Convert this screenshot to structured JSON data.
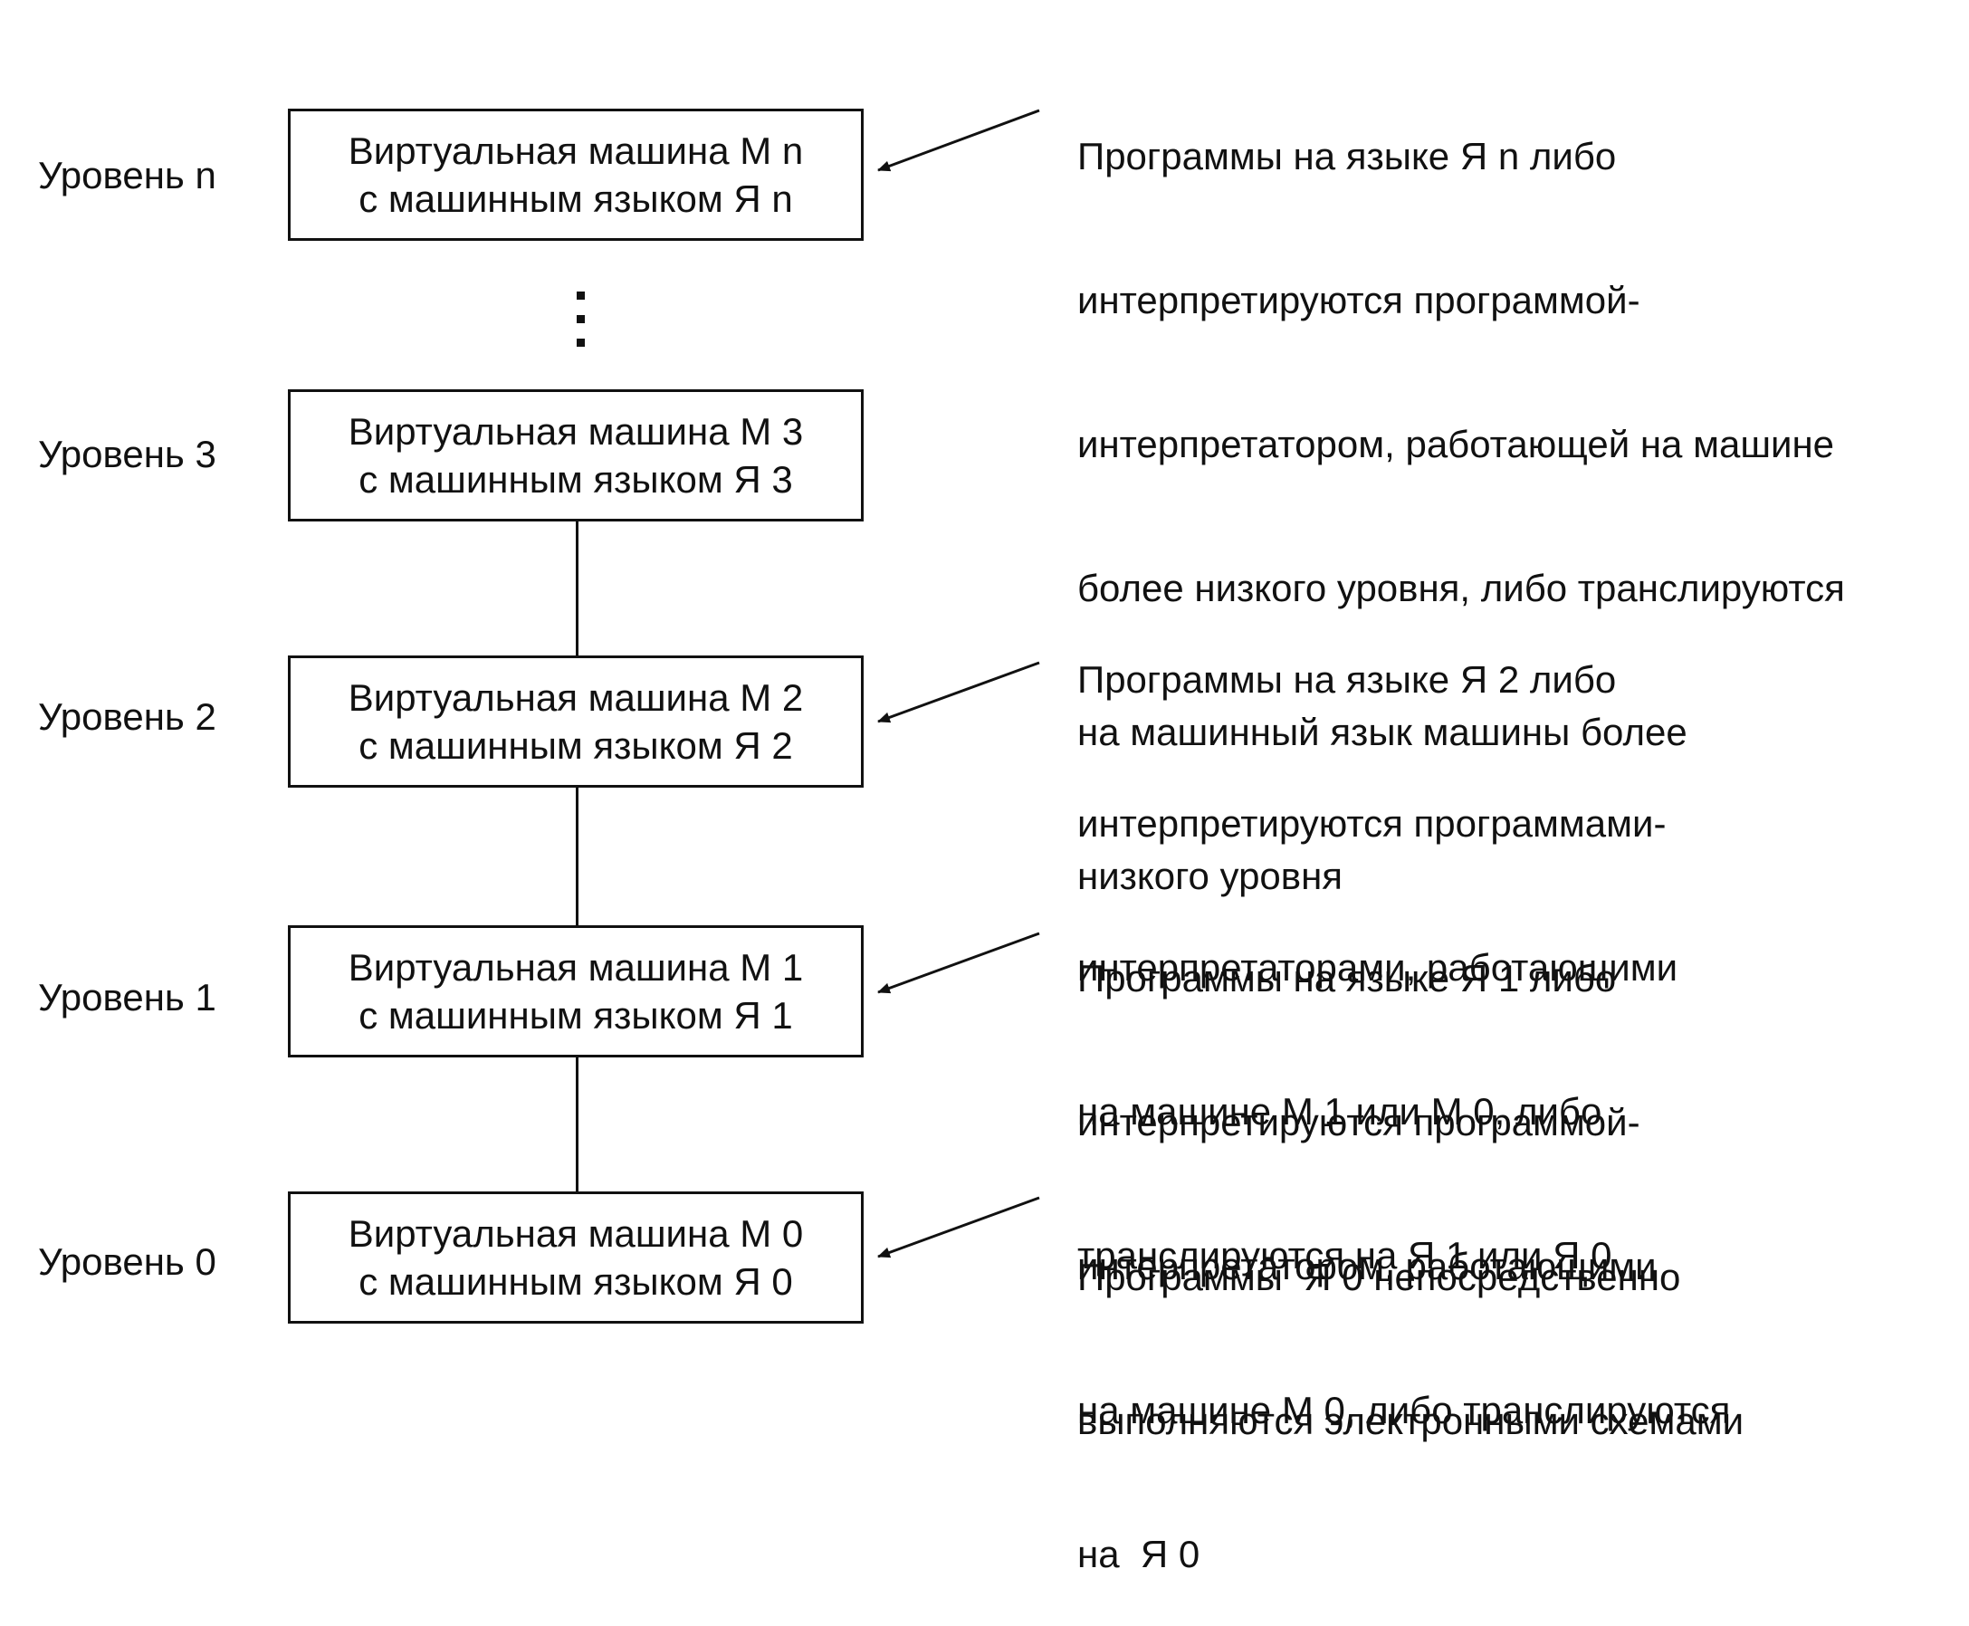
{
  "levels": [
    {
      "label": "Уровень n",
      "box_line1": "Виртуальная машина М n",
      "box_line2": "с машинным языком Я n"
    },
    {
      "label": "Уровень 3",
      "box_line1": "Виртуальная машина М 3",
      "box_line2": "с машинным языком Я 3"
    },
    {
      "label": "Уровень 2",
      "box_line1": "Виртуальная машина М 2",
      "box_line2": "с машинным языком Я 2"
    },
    {
      "label": "Уровень 1",
      "box_line1": "Виртуальная машина М 1",
      "box_line2": "с машинным языком Я 1"
    },
    {
      "label": "Уровень 0",
      "box_line1": "Виртуальная машина М 0",
      "box_line2": "с машинным языком Я 0"
    }
  ],
  "notes": {
    "level_n": [
      "Программы на языке Я n либо",
      "интерпретируются программой-",
      "интерпретатором, работающей на машине",
      "более низкого уровня, либо транслируются",
      "на машинный язык машины более",
      "низкого уровня"
    ],
    "level_2": [
      "Программы на языке Я 2 либо",
      "интерпретируются программами-",
      "интерпретаторами, работающими",
      "на машине М 1 или М 0, либо",
      "транслируются на Я 1 или Я 0"
    ],
    "level_1": [
      "Программы на языке Я 1 либо",
      "интерпретируются программой-",
      "интерпретатором, работающими",
      "на машине М 0, либо транслируются",
      "на  Я 0"
    ],
    "level_0": [
      "Программы  Я 0 непосредственно",
      "выполняются электронными схемами"
    ]
  }
}
